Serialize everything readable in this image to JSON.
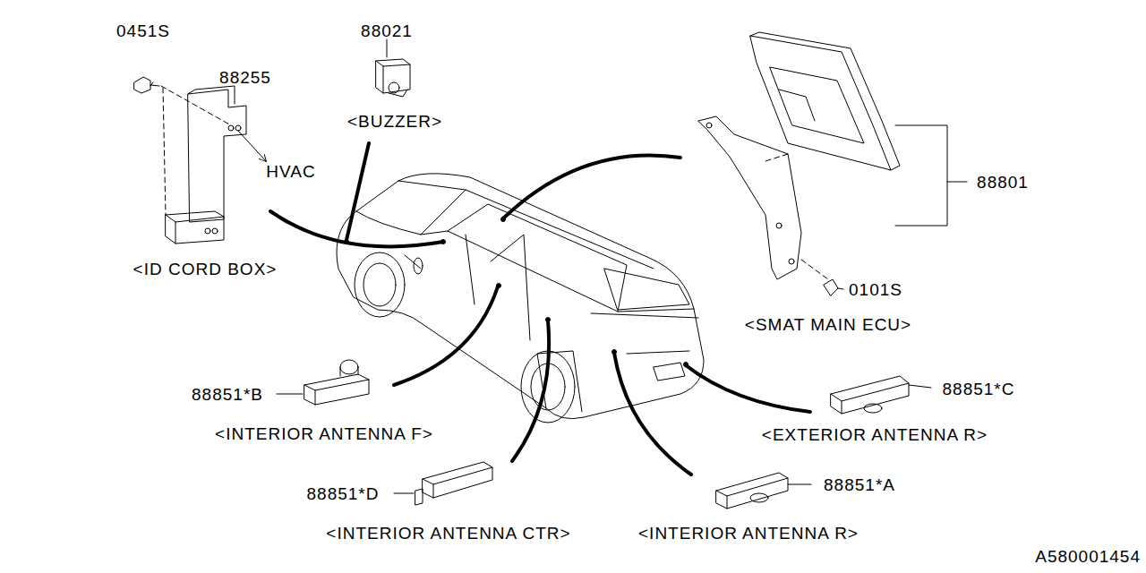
{
  "diagram": {
    "labels": [
      "0451S",
      "88255",
      "88021",
      "<BUZZER>",
      "HVAC",
      "<ID CORD BOX>",
      "88801",
      "0101S",
      "<SMAT MAIN ECU>",
      "88851*B",
      "<INTERIOR ANTENNA F>",
      "88851*C",
      "<EXTERIOR ANTENNA R>",
      "88851*D",
      "<INTERIOR ANTENNA CTR>",
      "88851*A",
      "<INTERIOR ANTENNA R>",
      "A580001454"
    ]
  }
}
